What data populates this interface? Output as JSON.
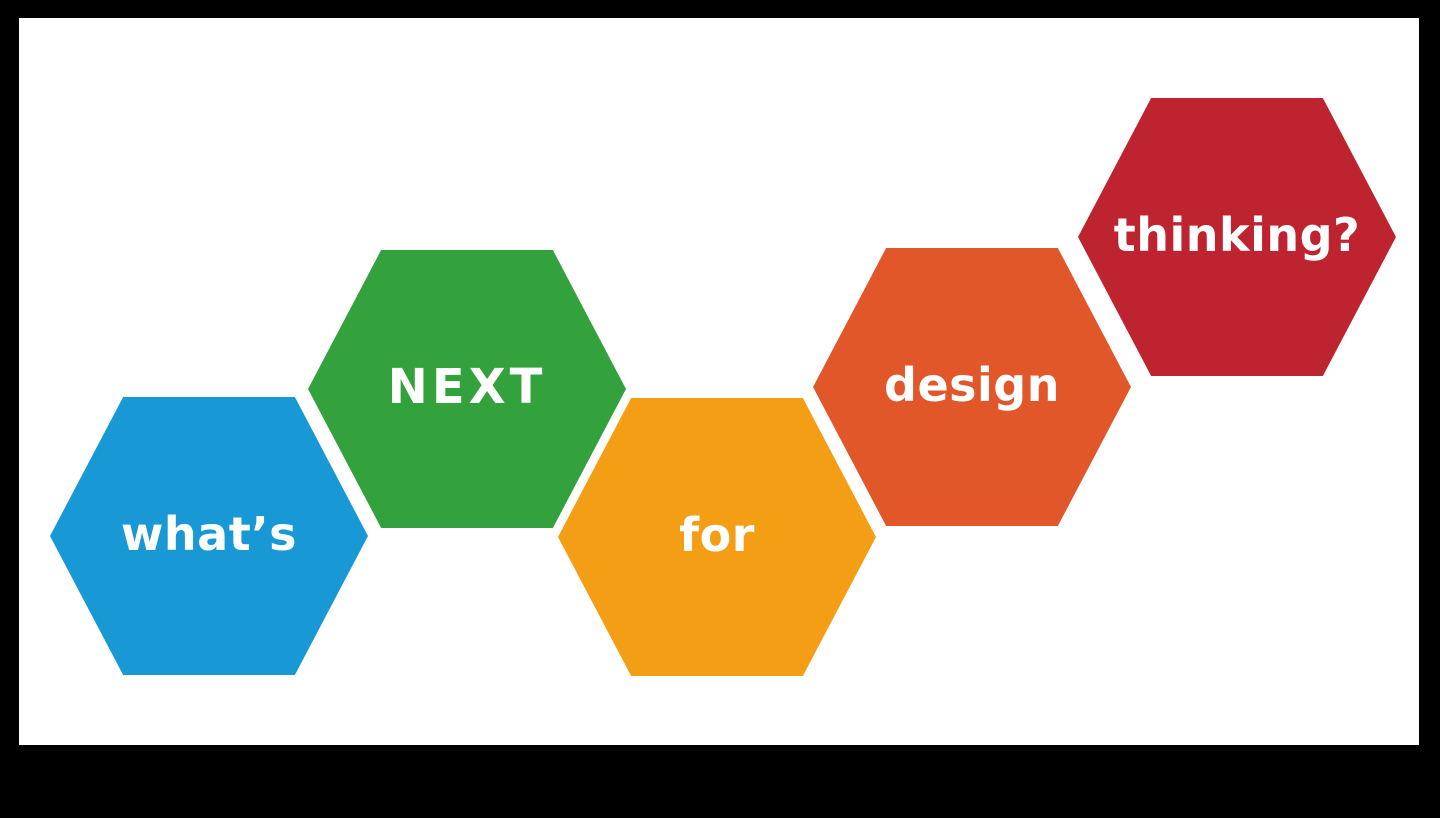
{
  "slide": {
    "phrase": "what's NEXT for design thinking?",
    "background_color": "#ffffff",
    "frame_color": "#000000",
    "text_color": "#ffffff"
  },
  "hexagons": [
    {
      "label": "what’s",
      "color": "#1899d6"
    },
    {
      "label": "NEXT",
      "color": "#33a23c"
    },
    {
      "label": "for",
      "color": "#f49e15"
    },
    {
      "label": "design",
      "color": "#e2572a"
    },
    {
      "label": "thinking?",
      "color": "#be2430"
    }
  ]
}
